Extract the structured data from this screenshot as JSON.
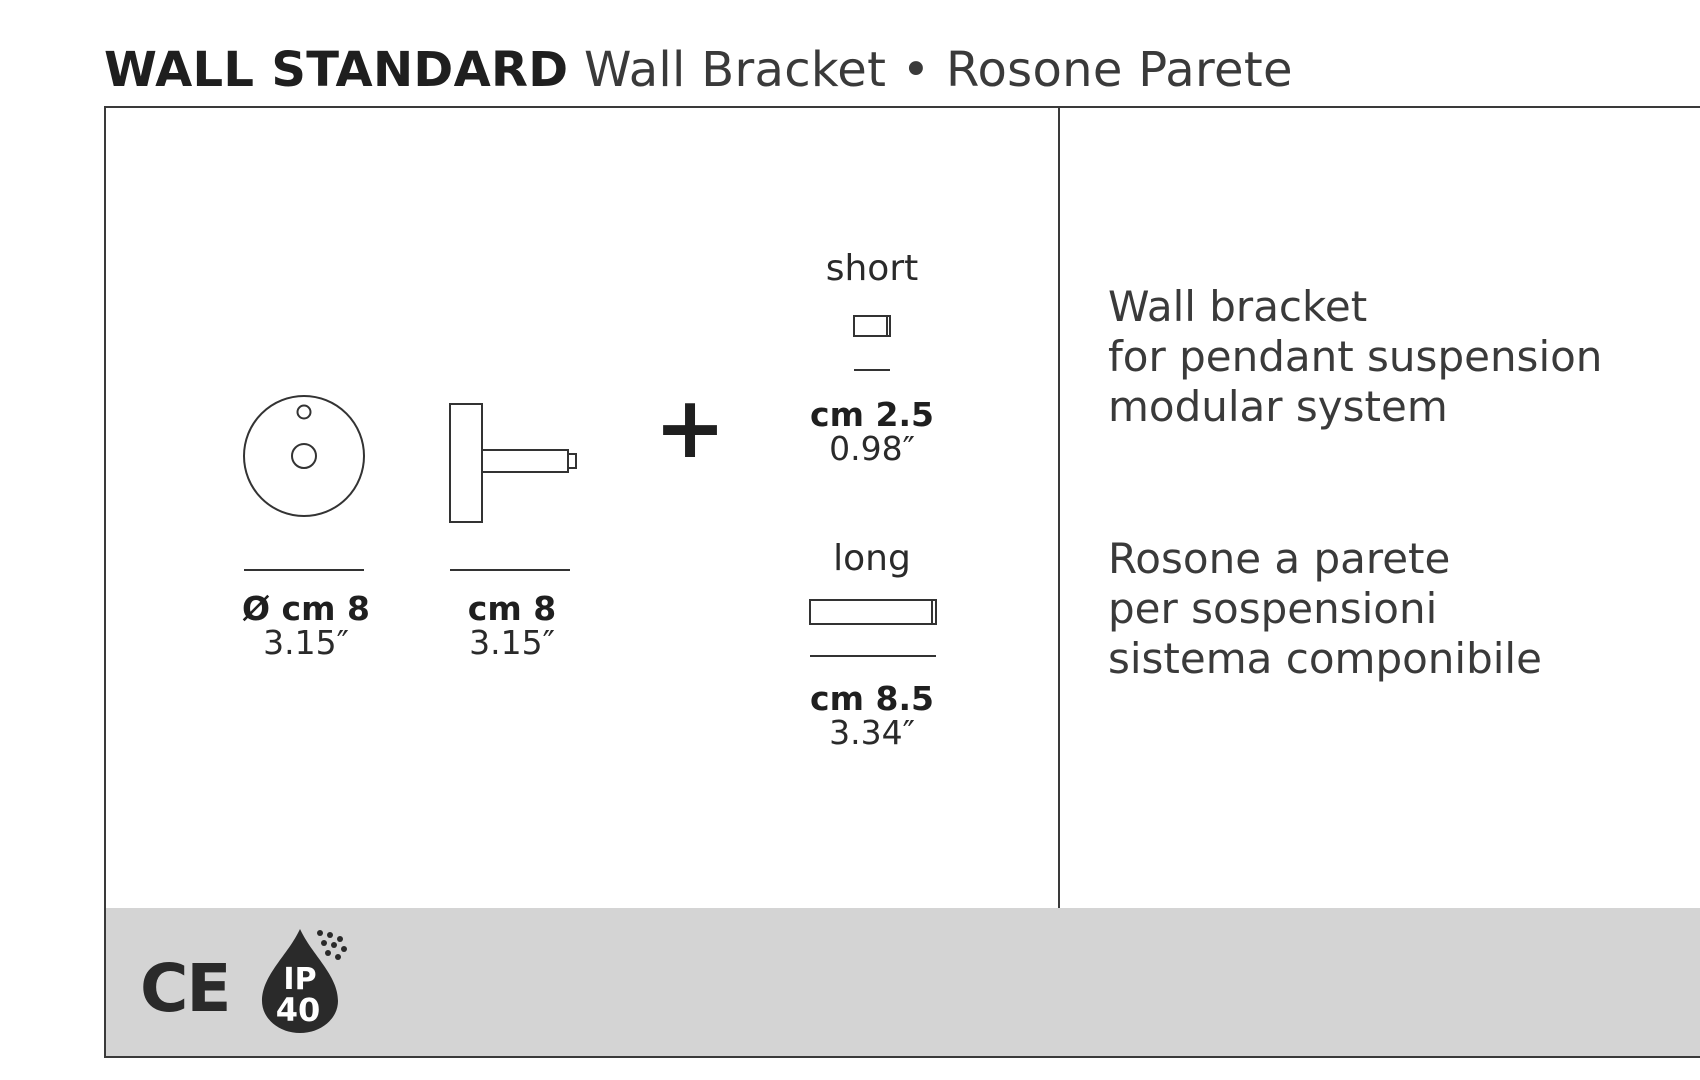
{
  "title": {
    "bold": "WALL STANDARD",
    "regular": "Wall Bracket • Rosone Parete"
  },
  "drawing": {
    "rosette": {
      "cm": "Ø cm 8",
      "inch": "3.15″"
    },
    "bracket": {
      "cm": "cm 8",
      "inch": "3.15″"
    },
    "plus": "+",
    "short": {
      "label": "short",
      "cm": "cm 2.5",
      "inch": "0.98″"
    },
    "long": {
      "label": "long",
      "cm": "cm 8.5",
      "inch": "3.34″"
    }
  },
  "description": {
    "en": [
      "Wall bracket",
      "for pendant suspension",
      "modular system"
    ],
    "it": [
      "Rosone a parete",
      "per sospensioni",
      "sistema componibile"
    ]
  },
  "badges": {
    "ce": "CE",
    "ip_top": "IP",
    "ip_bottom": "40"
  }
}
